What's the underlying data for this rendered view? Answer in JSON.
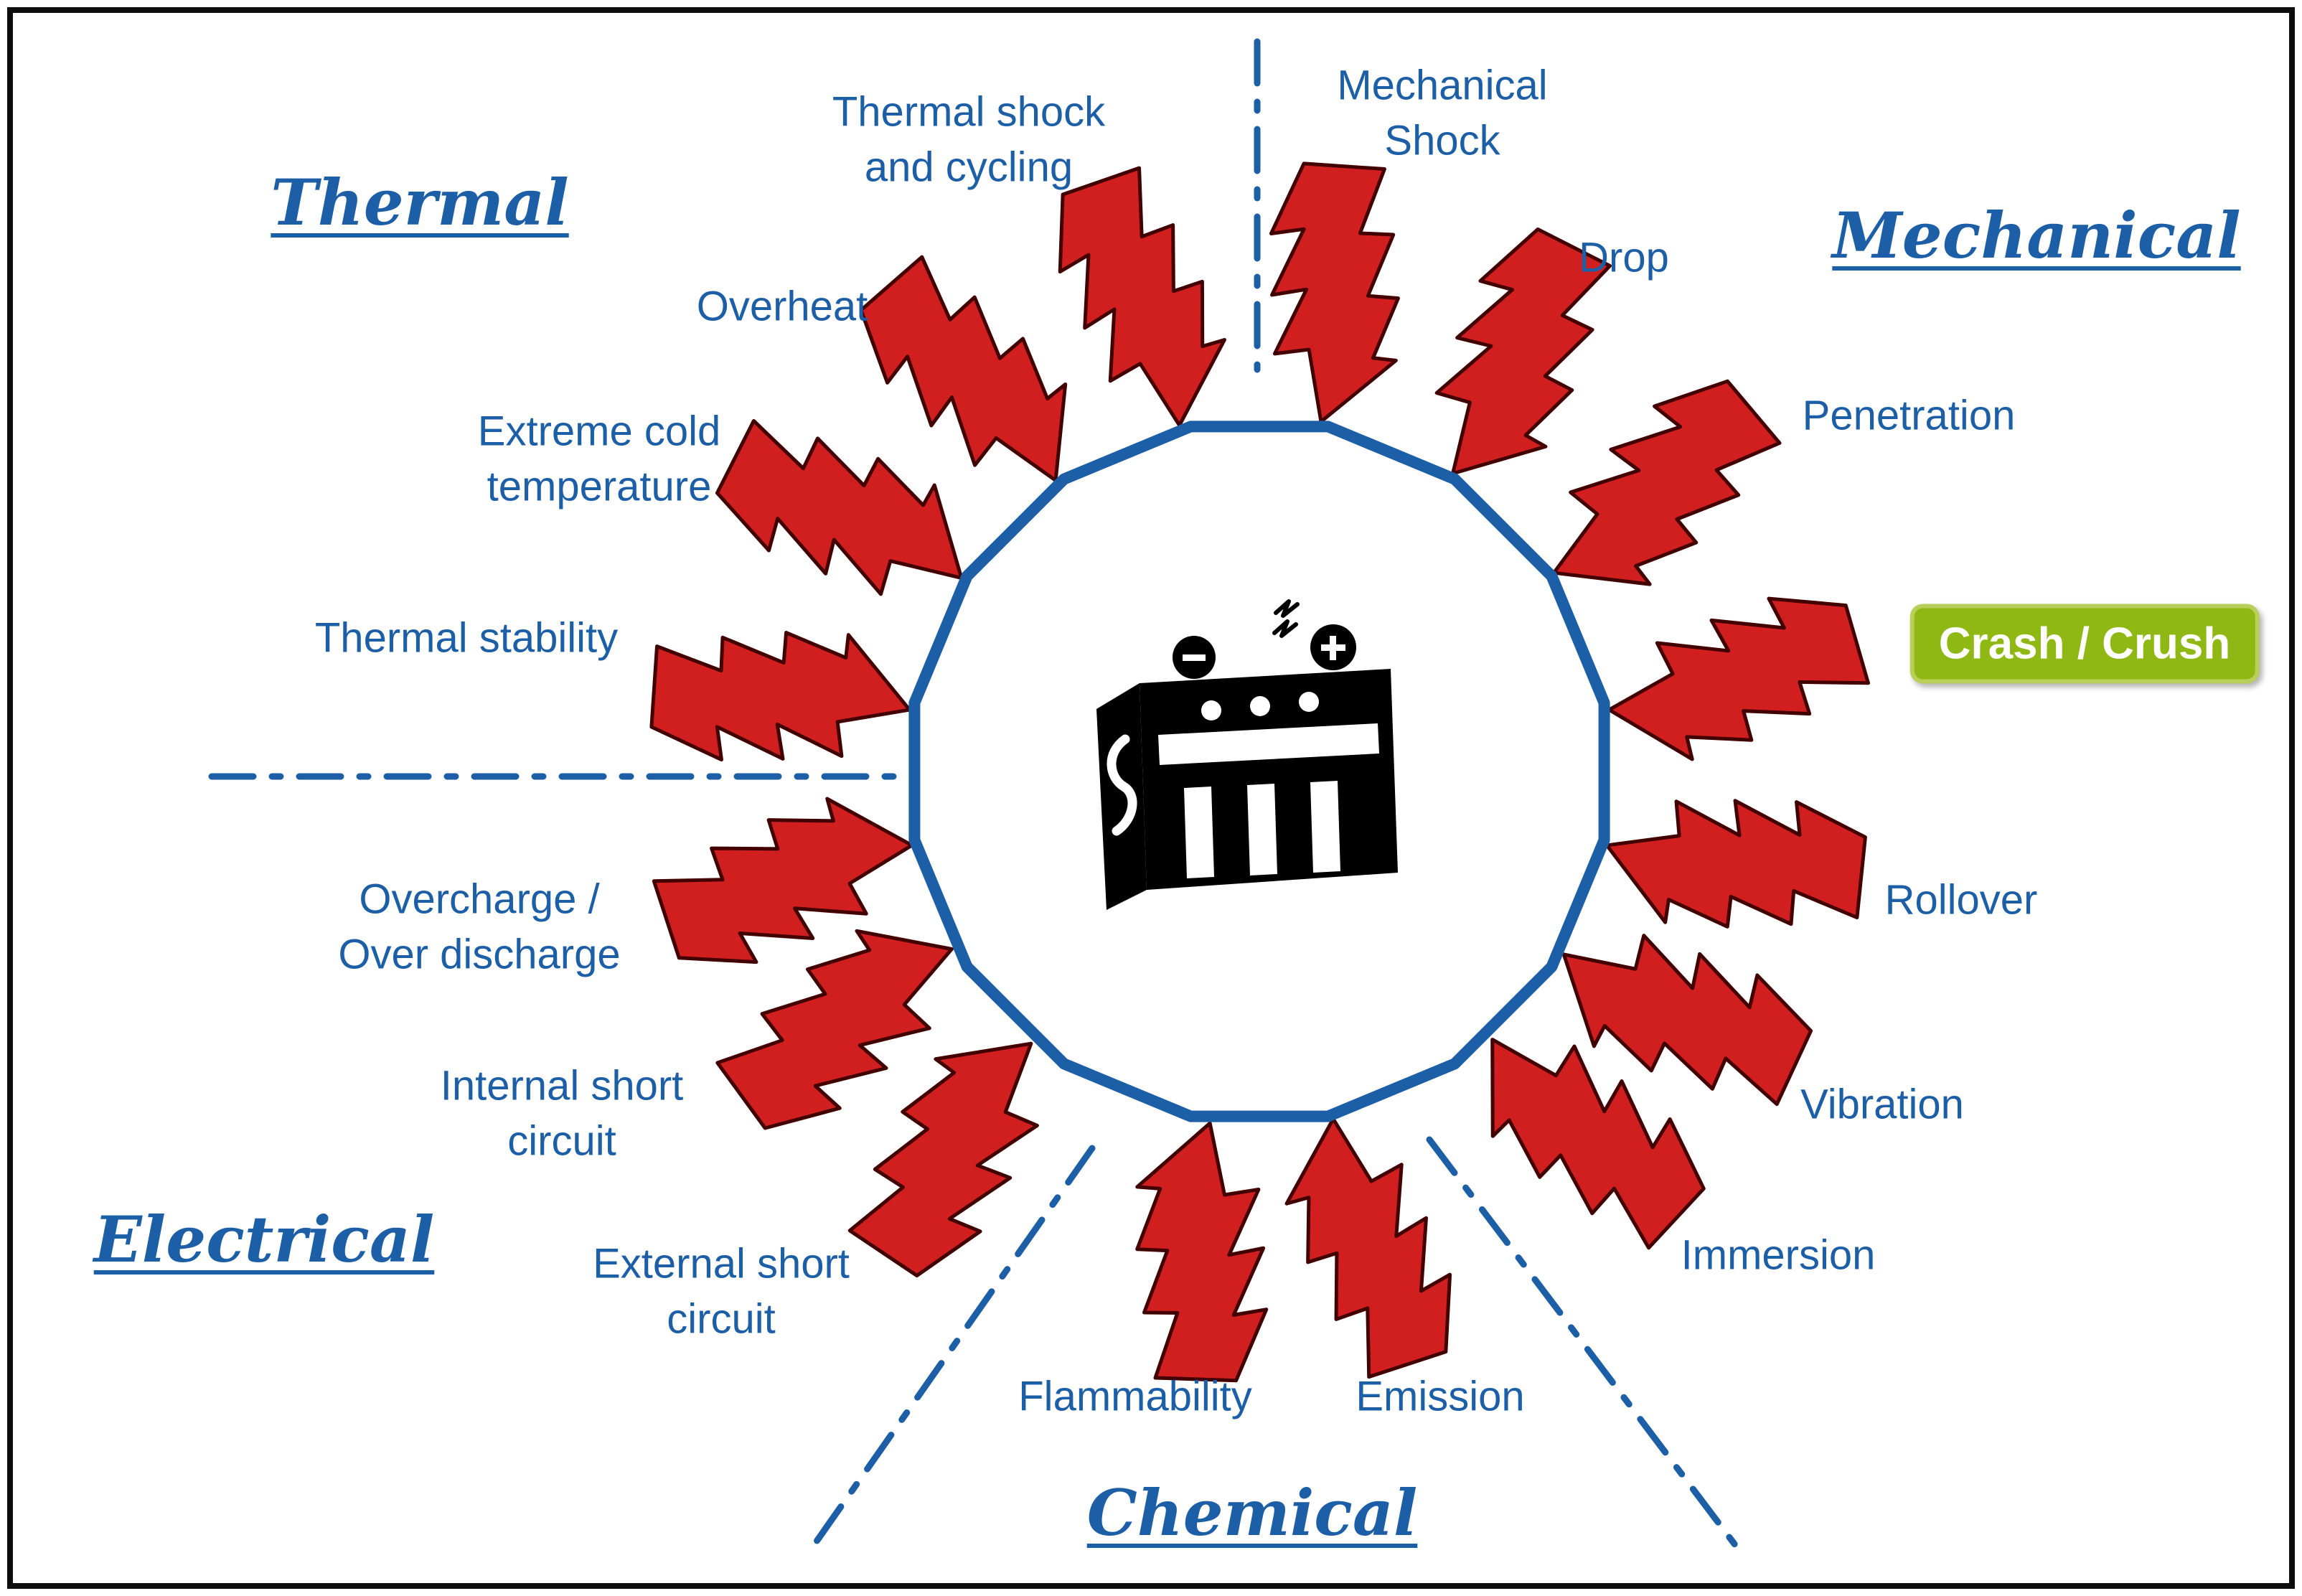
{
  "colors": {
    "accent_blue": "#1d5fa7",
    "bolt_red": "#d11f1f",
    "bolt_outline": "#420000",
    "badge_green": "#8fb814",
    "badge_border": "#b9cf5a",
    "badge_text": "#ffffff",
    "battery_black": "#000000",
    "frame_black": "#0d0d0d"
  },
  "icons": {
    "center": "battery-icon",
    "hazard_marker": "lightning-bolt-icon"
  },
  "categories": {
    "thermal": "Thermal",
    "mechanical": "Mechanical",
    "electrical": "Electrical",
    "chemical": "Chemical"
  },
  "hazards": {
    "thermal_shock_cycling": "Thermal shock\nand cycling",
    "mechanical_shock": "Mechanical\nShock",
    "drop": "Drop",
    "penetration": "Penetration",
    "crash_crush": "Crash / Crush",
    "rollover": "Rollover",
    "vibration": "Vibration",
    "immersion": "Immersion",
    "emission": "Emission",
    "flammability": "Flammability",
    "external_short_circuit": "External short\ncircuit",
    "internal_short_circuit": "Internal short\ncircuit",
    "overcharge_overdischarge": "Overcharge /\nOver discharge",
    "thermal_stability": "Thermal stability",
    "extreme_cold_temperature": "Extreme cold\ntemperature",
    "overheat": "Overheat"
  }
}
